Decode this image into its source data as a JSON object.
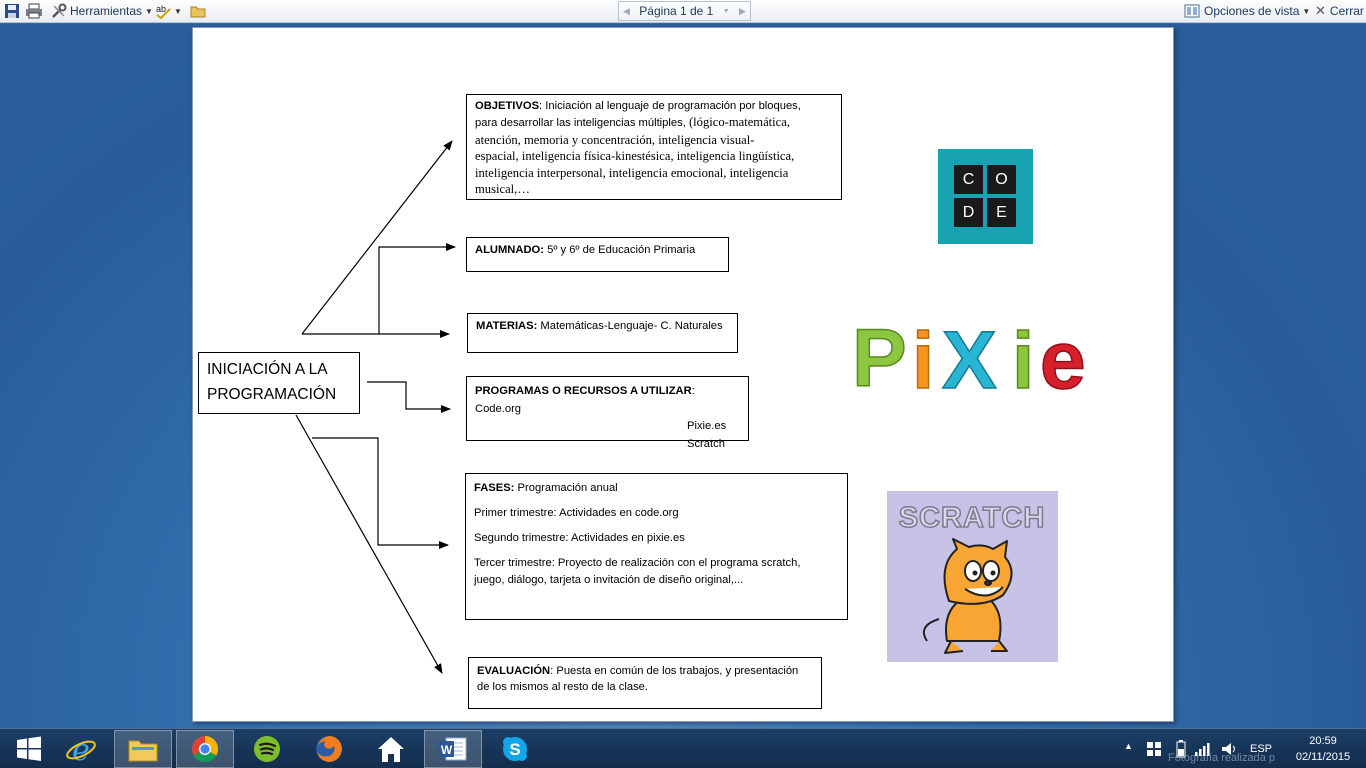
{
  "toolbar": {
    "tools_label": "Herramientas",
    "page_label": "Página 1 de 1",
    "view_options_label": "Opciones de vista",
    "close_label": "Cerrar"
  },
  "document": {
    "main_title_line1": "INICIACIÓN A LA",
    "main_title_line2": "PROGRAMACIÓN",
    "objetivos": {
      "label": "OBJETIVOS",
      "line1": ": Iniciación al lenguaje de programación por bloques,",
      "line2": "para desarrollar las inteligencias múltiples,",
      "line2b": " (lógico-matemática,",
      "line3": "atención, memoria y concentración,  inteligencia visual-",
      "line4": "espacial, inteligencia física-kinestésica, inteligencia lingüística,",
      "line5": "inteligencia interpersonal, inteligencia emocional, inteligencia",
      "line6": "musical,…"
    },
    "alumnado": {
      "label": "ALUMNADO:",
      "text": "  5º y 6º de Educación Primaria"
    },
    "materias": {
      "label": "MATERIAS:",
      "text": " Matemáticas-Lenguaje- C. Naturales"
    },
    "programas": {
      "label": "PROGRAMAS O RECURSOS A  UTILIZAR",
      "item1": ": Code.org",
      "item2": "Pixie.es",
      "item3": "Scratch"
    },
    "fases": {
      "label": "FASES:",
      "text": " Programación anual",
      "t1": "Primer trimestre: Actividades en code.org",
      "t2": "Segundo  trimestre: Actividades en pixie.es",
      "t3a": "Tercer trimestre: Proyecto de realización  con el programa scratch,",
      "t3b": "juego, diálogo, tarjeta o invitación de diseño original,..."
    },
    "evaluacion": {
      "label": "EVALUACIÓN",
      "line1": ": Puesta en común de los trabajos, y presentación",
      "line2": "de los mismos al resto de la clase."
    },
    "logos": {
      "code": [
        "C",
        "O",
        "D",
        "E"
      ],
      "pixie": "PiXie",
      "scratch": "SCRATCH"
    }
  },
  "taskbar": {
    "items": [
      "start",
      "internet-explorer",
      "file-explorer",
      "chrome",
      "spotify",
      "firefox",
      "home",
      "word",
      "skype"
    ],
    "lang": "ESP",
    "time": "20:59",
    "date": "02/11/2015"
  },
  "watermark": "Fotografía realizada p"
}
